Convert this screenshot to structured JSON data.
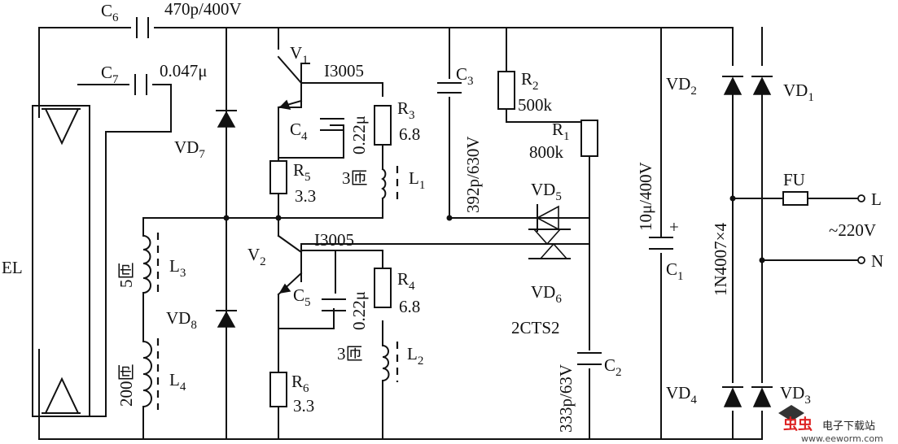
{
  "components": {
    "c6": {
      "ref": "C",
      "sub": "6",
      "value": "470p/400V"
    },
    "c7": {
      "ref": "C",
      "sub": "7",
      "value": "0.047μ"
    },
    "v1": {
      "ref": "V",
      "sub": "1",
      "value": "I3005"
    },
    "v2": {
      "ref": "V",
      "sub": "2",
      "value": "I3005"
    },
    "c3": {
      "ref": "C",
      "sub": "3",
      "value": "392p/630V"
    },
    "r2": {
      "ref": "R",
      "sub": "2",
      "value": "500k"
    },
    "r1": {
      "ref": "R",
      "sub": "1",
      "value": "800k"
    },
    "vd2": {
      "ref": "VD",
      "sub": "2"
    },
    "vd1": {
      "ref": "VD",
      "sub": "1"
    },
    "vd7": {
      "ref": "VD",
      "sub": "7"
    },
    "vd8": {
      "ref": "VD",
      "sub": "8"
    },
    "c4": {
      "ref": "C",
      "sub": "4",
      "value": "0.22μ"
    },
    "r3": {
      "ref": "R",
      "sub": "3",
      "value": "6.8"
    },
    "r5": {
      "ref": "R",
      "sub": "5",
      "value": "3.3"
    },
    "l1": {
      "ref": "L",
      "sub": "1",
      "turns": "3匝"
    },
    "vd5": {
      "ref": "VD",
      "sub": "5"
    },
    "vd6": {
      "ref": "VD",
      "sub": "6",
      "value": "2CTS2"
    },
    "c1": {
      "ref": "C",
      "sub": "1",
      "value": "10μ/400V",
      "plus": "+"
    },
    "bridge": {
      "value": "1N4007×4"
    },
    "fu": {
      "ref": "FU"
    },
    "l_term": {
      "ref": "L"
    },
    "n_term": {
      "ref": "N"
    },
    "mains": {
      "value": "~220V"
    },
    "el": {
      "ref": "EL"
    },
    "l3": {
      "ref": "L",
      "sub": "3",
      "turns": "5匝"
    },
    "l4": {
      "ref": "L",
      "sub": "4",
      "turns": "200匝"
    },
    "c5": {
      "ref": "C",
      "sub": "5",
      "value": "0.22μ"
    },
    "r4": {
      "ref": "R",
      "sub": "4",
      "value": "6.8"
    },
    "l2": {
      "ref": "L",
      "sub": "2",
      "turns": "3匝"
    },
    "c2": {
      "ref": "C",
      "sub": "2",
      "value": "333p/63V"
    },
    "r6": {
      "ref": "R",
      "sub": "6",
      "value": "3.3"
    },
    "vd4": {
      "ref": "VD",
      "sub": "4"
    },
    "vd3": {
      "ref": "VD",
      "sub": "3"
    }
  },
  "watermark": {
    "text": "电子下载站",
    "url": "www.eeworm.com"
  }
}
